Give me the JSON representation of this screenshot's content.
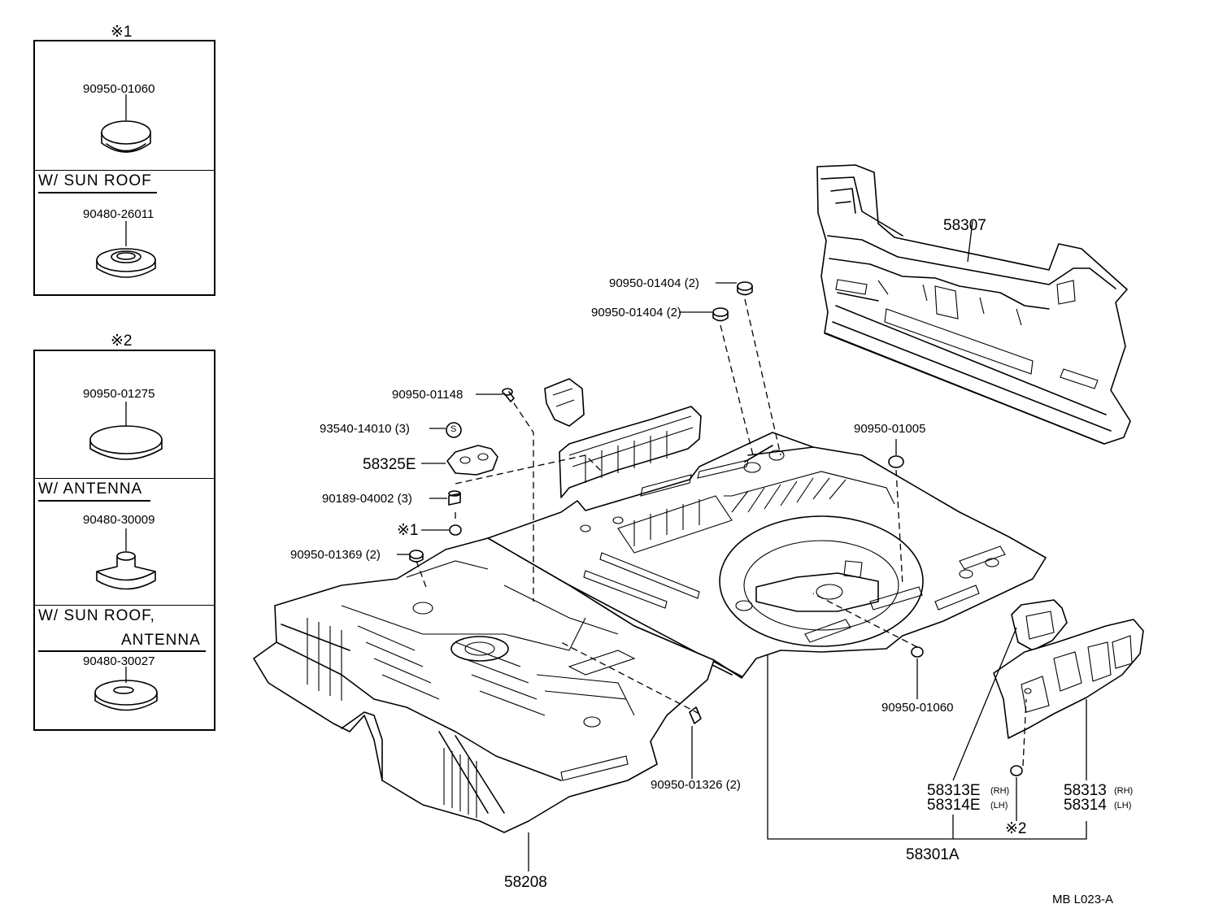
{
  "inset1": {
    "mark": "※1",
    "top_part": "90950-01060",
    "section_label": "W/ SUN  ROOF",
    "bottom_part": "90480-26011"
  },
  "inset2": {
    "mark": "※2",
    "top_part": "90950-01275",
    "section_a": "W/ ANTENNA",
    "part_a": "90480-30009",
    "section_b_line1": "W/ SUN  ROOF,",
    "section_b_line2": "ANTENNA",
    "part_b": "90480-30027"
  },
  "parts": {
    "p58307": "58307",
    "p90950_01404_a": "90950-01404 (2)",
    "p90950_01404_b": "90950-01404 (2)",
    "p90950_01148": "90950-01148",
    "p93540_14010": "93540-14010 (3)",
    "s_mark": "S",
    "p58325E": "58325E",
    "p90189_04002": "90189-04002 (3)",
    "mark1": "※1",
    "p90950_01369": "90950-01369 (2)",
    "p90950_01005": "90950-01005",
    "p90950_01060": "90950-01060",
    "p90950_01326": "90950-01326 (2)",
    "p58313E": "58313E",
    "p58313E_side": "(RH)",
    "p58314E": "58314E",
    "p58314E_side": "(LH)",
    "p58313": "58313",
    "p58313_side": "(RH)",
    "p58314": "58314",
    "p58314_side": "(LH)",
    "mark2": "※2",
    "p58301A": "58301A",
    "p58208": "58208"
  },
  "footer": {
    "code": "MB   L023-A"
  }
}
